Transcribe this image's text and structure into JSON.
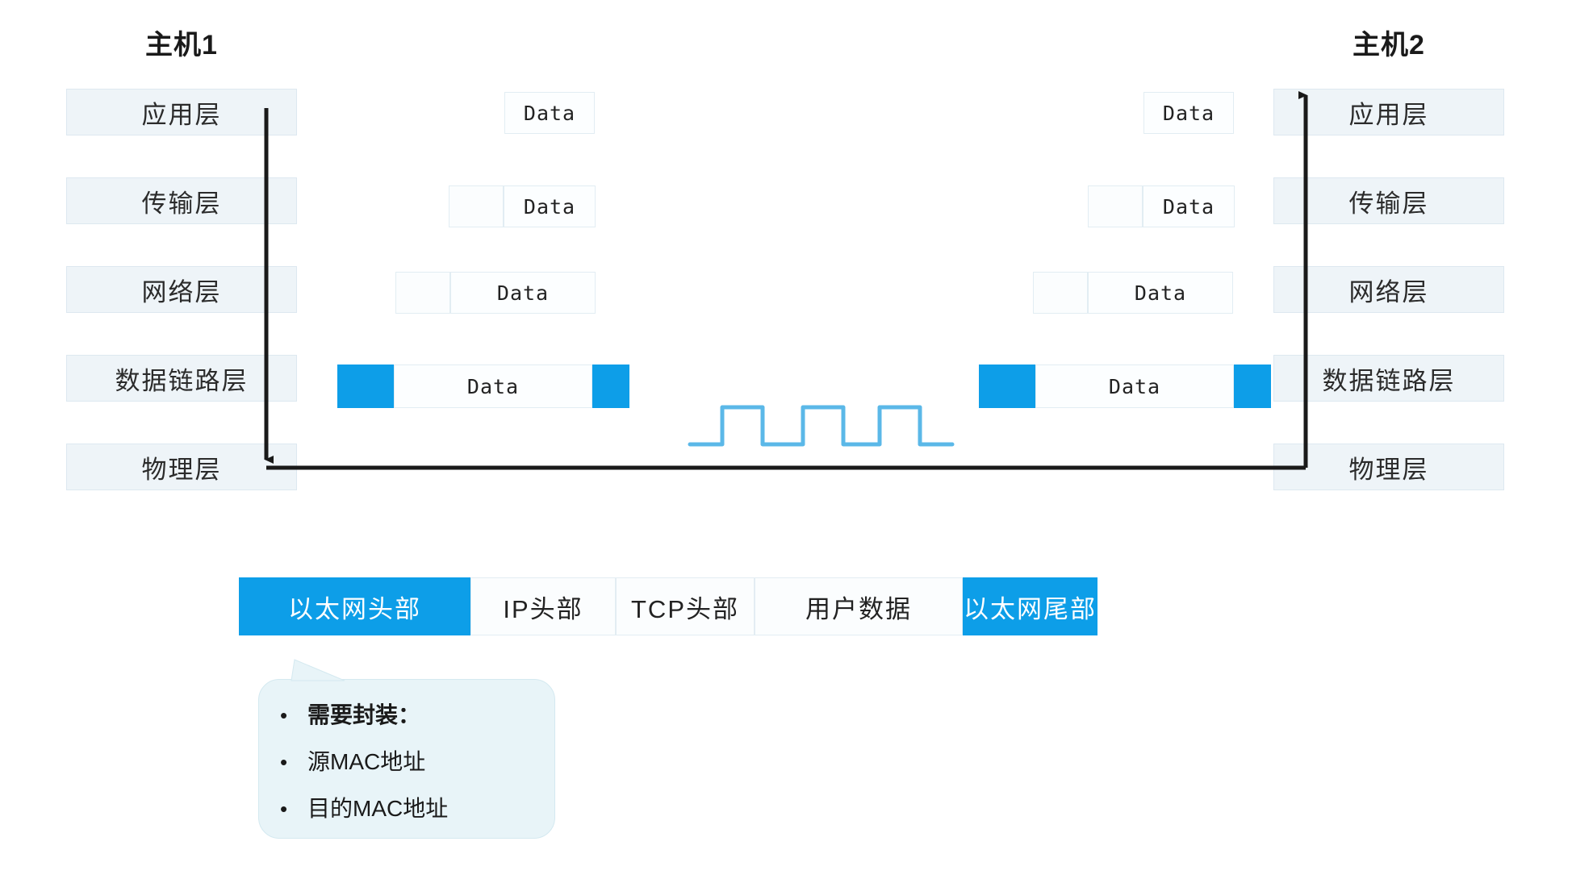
{
  "colors": {
    "accent": "#0d9ee8",
    "layer_fill": "#eef4f8",
    "wave": "#5bb8e8",
    "arrow": "#1a1a1a"
  },
  "hosts": {
    "left": {
      "title": "主机1"
    },
    "right": {
      "title": "主机2"
    }
  },
  "layers": [
    {
      "name": "application",
      "label": "应用层"
    },
    {
      "name": "transport",
      "label": "传输层"
    },
    {
      "name": "network",
      "label": "网络层"
    },
    {
      "name": "datalink",
      "label": "数据链路层"
    },
    {
      "name": "physical",
      "label": "物理层"
    }
  ],
  "packets": {
    "data_label": "Data",
    "rows": [
      {
        "layer": "application",
        "headers": 0,
        "trailer": false,
        "blue": false
      },
      {
        "layer": "transport",
        "headers": 1,
        "trailer": false,
        "blue": false
      },
      {
        "layer": "network",
        "headers": 1,
        "trailer": false,
        "blue": false
      },
      {
        "layer": "datalink",
        "headers": 1,
        "trailer": true,
        "blue": true
      }
    ]
  },
  "signal": {
    "name": "square-wave",
    "pulses": 3
  },
  "frame": {
    "cells": [
      {
        "label": "以太网头部",
        "accent": true
      },
      {
        "label": "IP头部",
        "accent": false
      },
      {
        "label": "TCP头部",
        "accent": false
      },
      {
        "label": "用户数据",
        "accent": false
      },
      {
        "label": "以太网尾部",
        "accent": true
      }
    ]
  },
  "callout": {
    "bullet": "•",
    "items": [
      {
        "text": "需要封装：",
        "bold": true
      },
      {
        "text": "源MAC地址",
        "bold": false
      },
      {
        "text": "目的MAC地址",
        "bold": false
      }
    ]
  }
}
